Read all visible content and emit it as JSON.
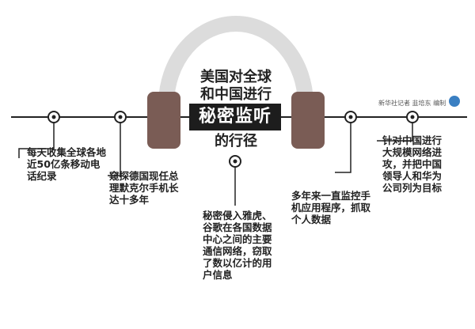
{
  "title": {
    "line1": "美国对全球",
    "line2": "和中国进行",
    "highlight": "秘密监听",
    "line4": "的行径"
  },
  "credit": {
    "agency": "新华社记者",
    "author": "韭培东",
    "role": "编制"
  },
  "colors": {
    "headphone": "#7a5c55",
    "headband": "#dcdcdc",
    "timeline": "#222222",
    "highlight_bg": "#1d1d1d"
  },
  "items": [
    "每天收集全球各地近50亿条移动电话纪录",
    "窥探德国现任总理默克尔手机长达十多年",
    "秘密侵入雅虎、谷歌在各国数据中心之间的主要通信网络，窃取了数以亿计的用户信息",
    "多年来一直监控手机应用程序，抓取个人数据",
    "针对中国进行大规模网络进攻，并把中国领导人和华为公司列为目标"
  ]
}
